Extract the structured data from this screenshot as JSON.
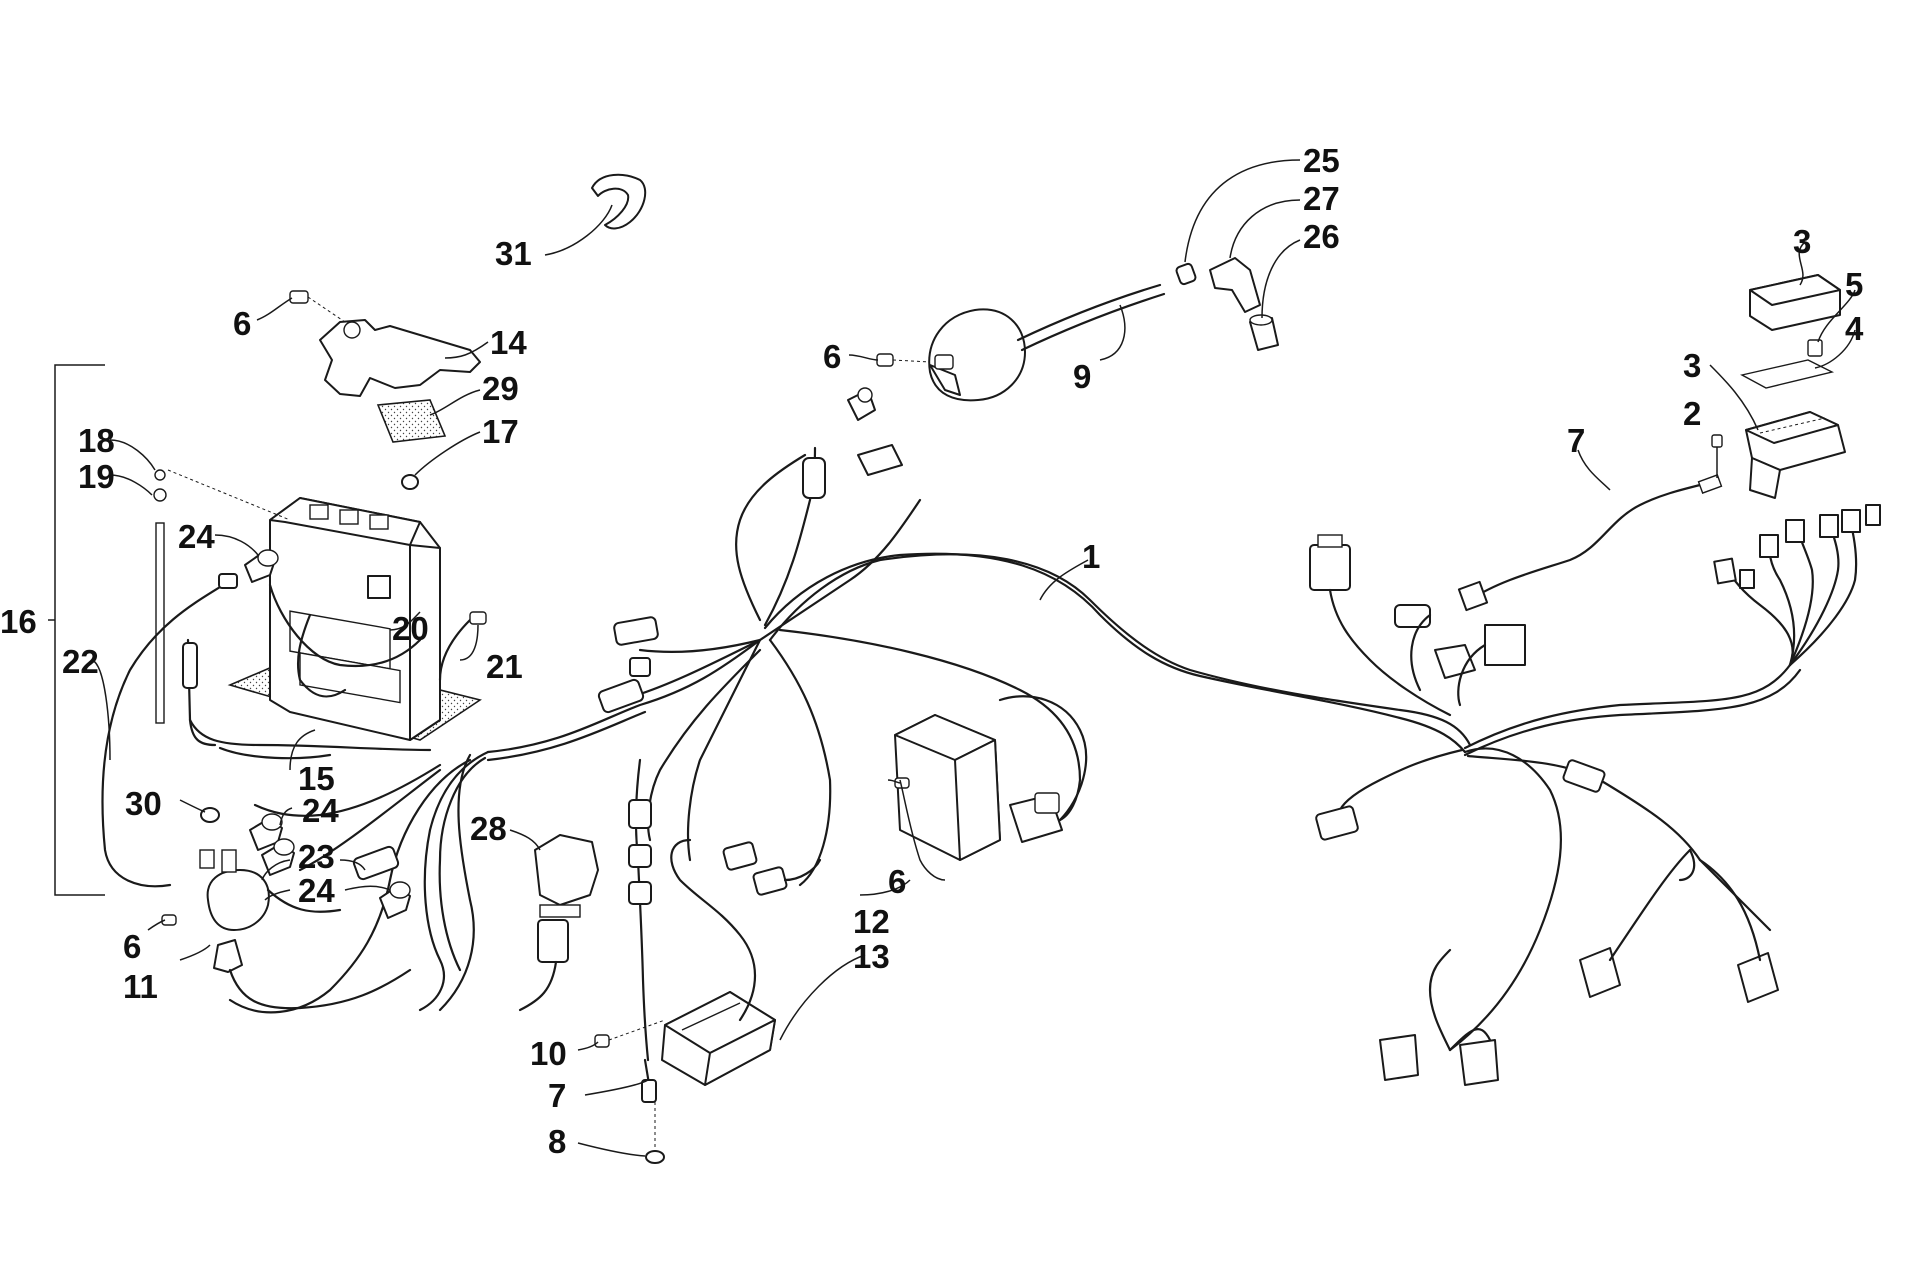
{
  "callouts": [
    {
      "id": "c31",
      "label": "31"
    },
    {
      "id": "c25",
      "label": "25"
    },
    {
      "id": "c27",
      "label": "27"
    },
    {
      "id": "c26",
      "label": "26"
    },
    {
      "id": "c3a",
      "label": "3"
    },
    {
      "id": "c5",
      "label": "5"
    },
    {
      "id": "c4",
      "label": "4"
    },
    {
      "id": "c3b",
      "label": "3"
    },
    {
      "id": "c2",
      "label": "2"
    },
    {
      "id": "c6a",
      "label": "6"
    },
    {
      "id": "c14",
      "label": "14"
    },
    {
      "id": "c6b",
      "label": "6"
    },
    {
      "id": "c9",
      "label": "9"
    },
    {
      "id": "c29",
      "label": "29"
    },
    {
      "id": "c17",
      "label": "17"
    },
    {
      "id": "c18",
      "label": "18"
    },
    {
      "id": "c19",
      "label": "19"
    },
    {
      "id": "c7a",
      "label": "7"
    },
    {
      "id": "c24a",
      "label": "24"
    },
    {
      "id": "c1",
      "label": "1"
    },
    {
      "id": "c16",
      "label": "16"
    },
    {
      "id": "c20",
      "label": "20"
    },
    {
      "id": "c22",
      "label": "22"
    },
    {
      "id": "c21",
      "label": "21"
    },
    {
      "id": "c15",
      "label": "15"
    },
    {
      "id": "c30",
      "label": "30"
    },
    {
      "id": "c24b",
      "label": "24"
    },
    {
      "id": "c28",
      "label": "28"
    },
    {
      "id": "c23",
      "label": "23"
    },
    {
      "id": "c24c",
      "label": "24"
    },
    {
      "id": "c6c",
      "label": "6"
    },
    {
      "id": "c12",
      "label": "12"
    },
    {
      "id": "c6d",
      "label": "6"
    },
    {
      "id": "c13",
      "label": "13"
    },
    {
      "id": "c11",
      "label": "11"
    },
    {
      "id": "c10",
      "label": "10"
    },
    {
      "id": "c7b",
      "label": "7"
    },
    {
      "id": "c8",
      "label": "8"
    }
  ]
}
